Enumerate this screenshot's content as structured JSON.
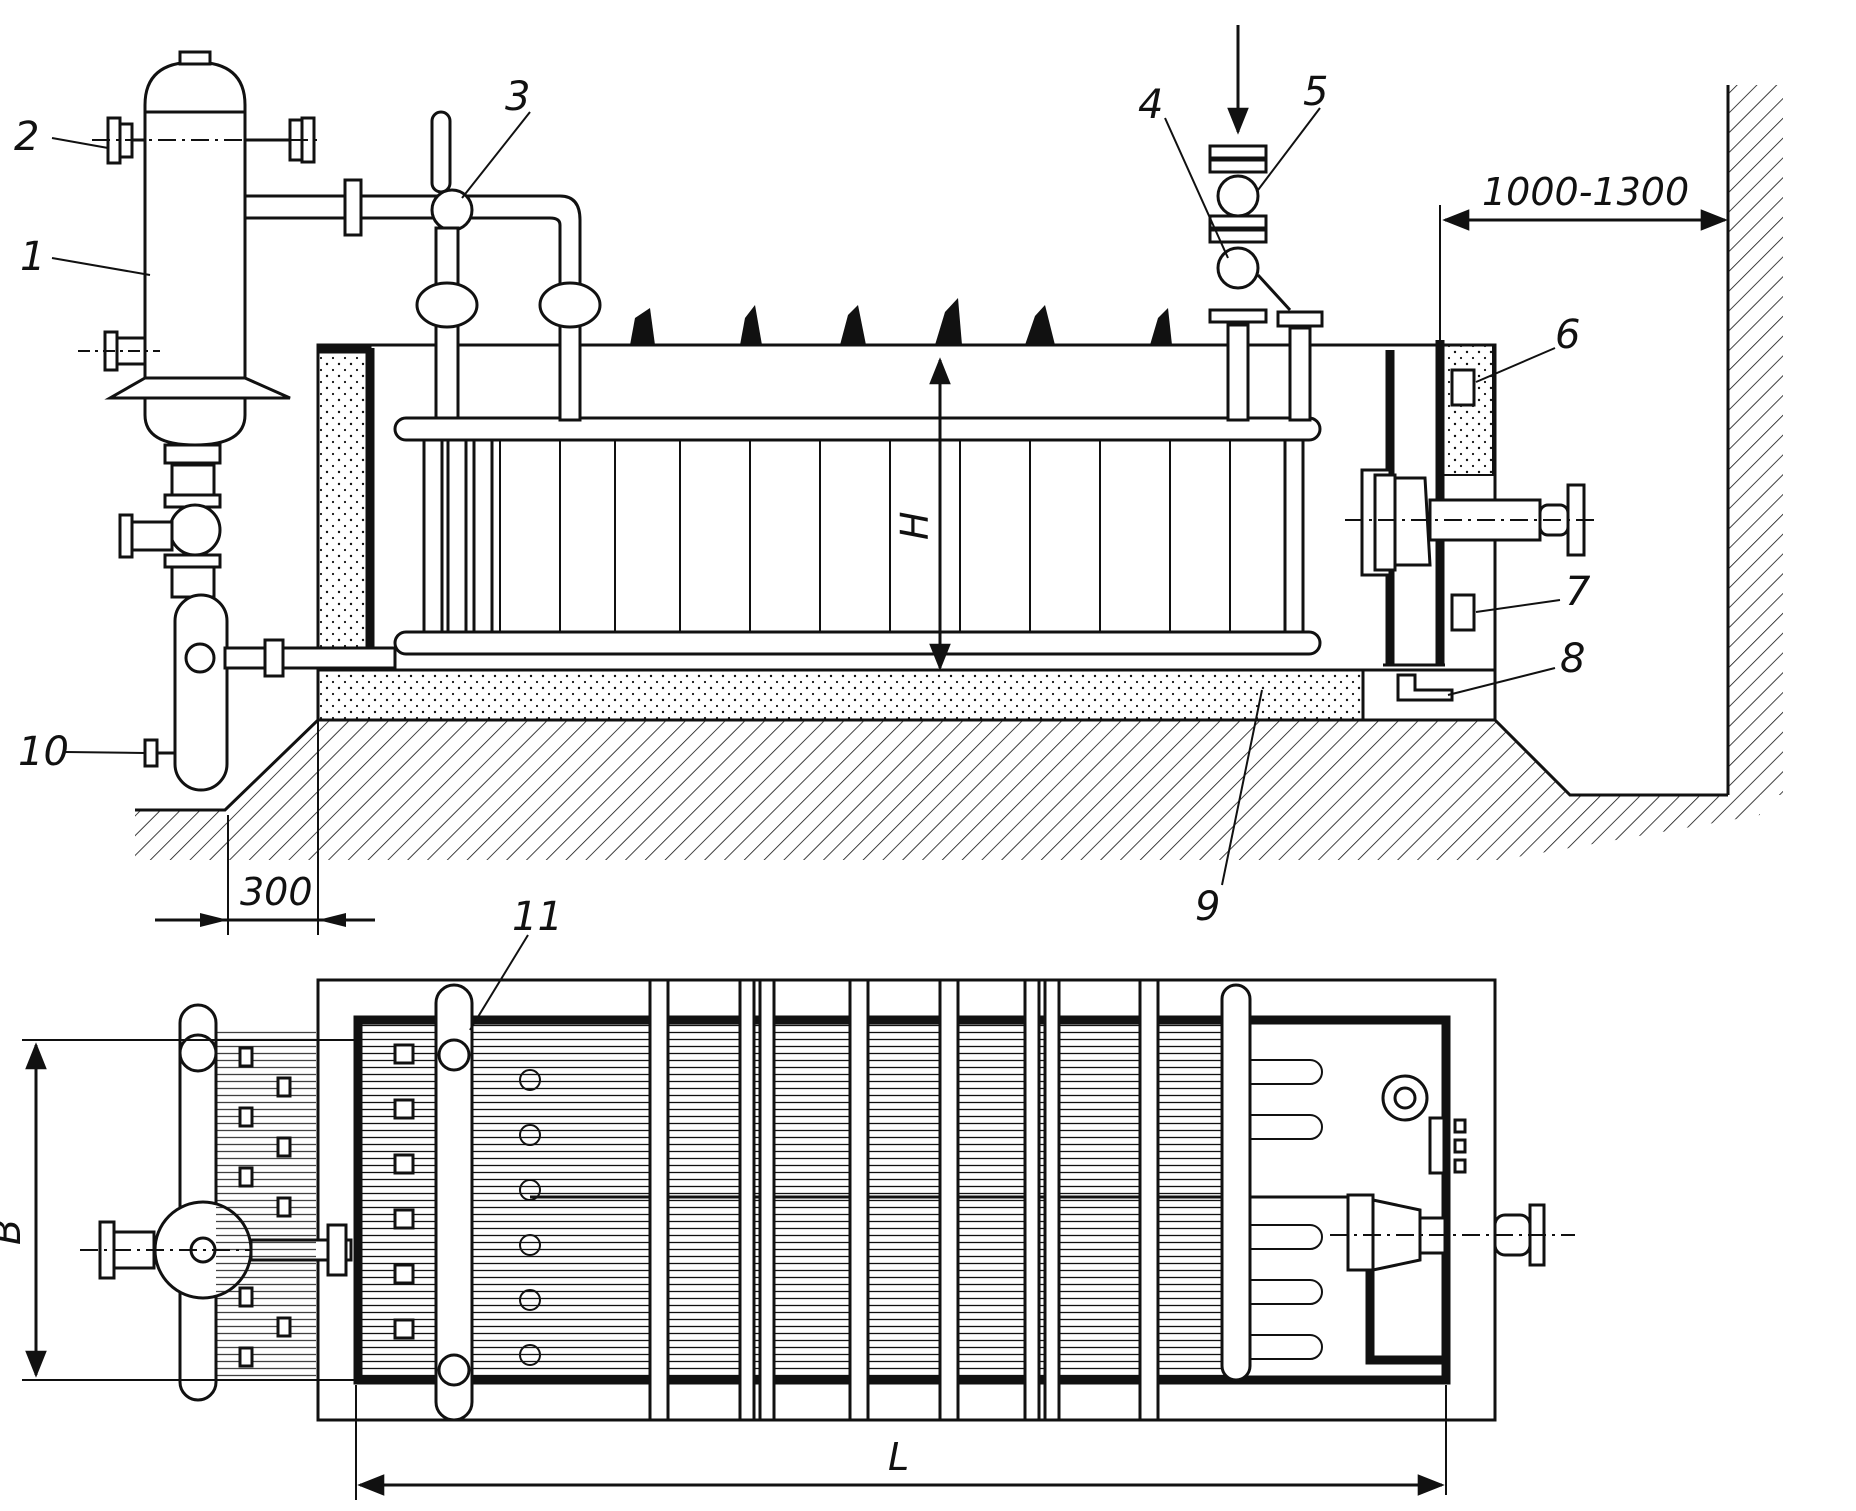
{
  "callouts": {
    "n1": "1",
    "n2": "2",
    "n3": "3",
    "n4": "4",
    "n5": "5",
    "n6": "6",
    "n7": "7",
    "n8": "8",
    "n9": "9",
    "n10": "10",
    "n11": "11"
  },
  "dimensions": {
    "wall_gap": "1000-1300",
    "offset": "300",
    "height": "H",
    "width": "B",
    "length": "L"
  },
  "colors": {
    "ink": "#111111",
    "paper": "#ffffff"
  }
}
